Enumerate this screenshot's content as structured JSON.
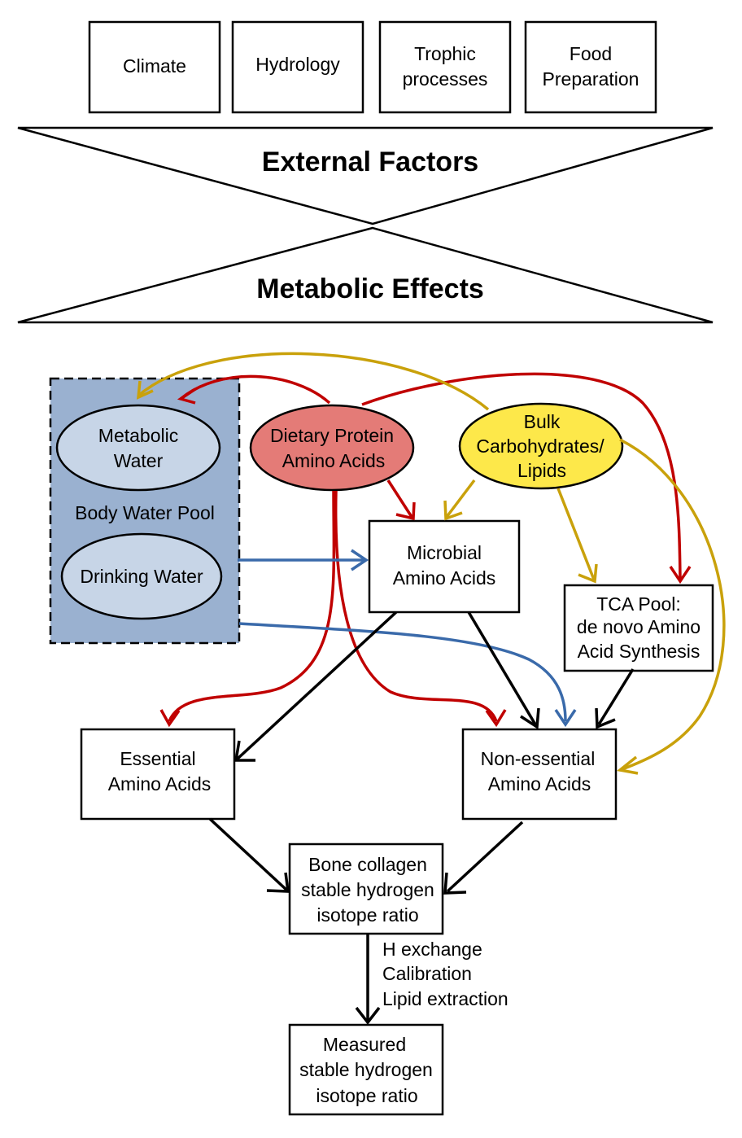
{
  "colors": {
    "red_arrow": "#c00000",
    "gold_arrow": "#c9a10b",
    "blue_arrow": "#3a6aaa",
    "black_arrow": "#000000",
    "body_water_pool_fill": "#9ab1d0",
    "light_ellipse_fill": "#c7d5e7",
    "dietary_protein_fill": "#e47b77",
    "carbohydrates_fill": "#fde84a"
  },
  "top_factors": [
    {
      "lines": [
        "Climate"
      ]
    },
    {
      "lines": [
        "Hydrology"
      ]
    },
    {
      "lines": [
        "Trophic",
        "processes"
      ]
    },
    {
      "lines": [
        "Food",
        "Preparation"
      ]
    }
  ],
  "banners": {
    "external": "External Factors",
    "metabolic": "Metabolic Effects"
  },
  "nodes": {
    "body_water_pool": "Body Water Pool",
    "metabolic_water": [
      "Metabolic",
      "Water"
    ],
    "drinking_water": [
      "Drinking Water"
    ],
    "dietary_protein": [
      "Dietary Protein",
      "Amino Acids"
    ],
    "bulk_carbs": [
      "Bulk",
      "Carbohydrates/",
      "Lipids"
    ],
    "microbial": [
      "Microbial",
      "Amino Acids"
    ],
    "tca_pool": [
      "TCA Pool:",
      "de novo Amino",
      "Acid Synthesis"
    ],
    "essential": [
      "Essential",
      "Amino Acids"
    ],
    "nonessential": [
      "Non-essential",
      "Amino Acids"
    ],
    "bone_collagen": [
      "Bone collagen",
      "stable hydrogen",
      "isotope ratio"
    ],
    "measured": [
      "Measured",
      "stable hydrogen",
      "isotope ratio"
    ]
  },
  "exchange_notes": [
    "H exchange",
    "Calibration",
    "Lipid extraction"
  ]
}
